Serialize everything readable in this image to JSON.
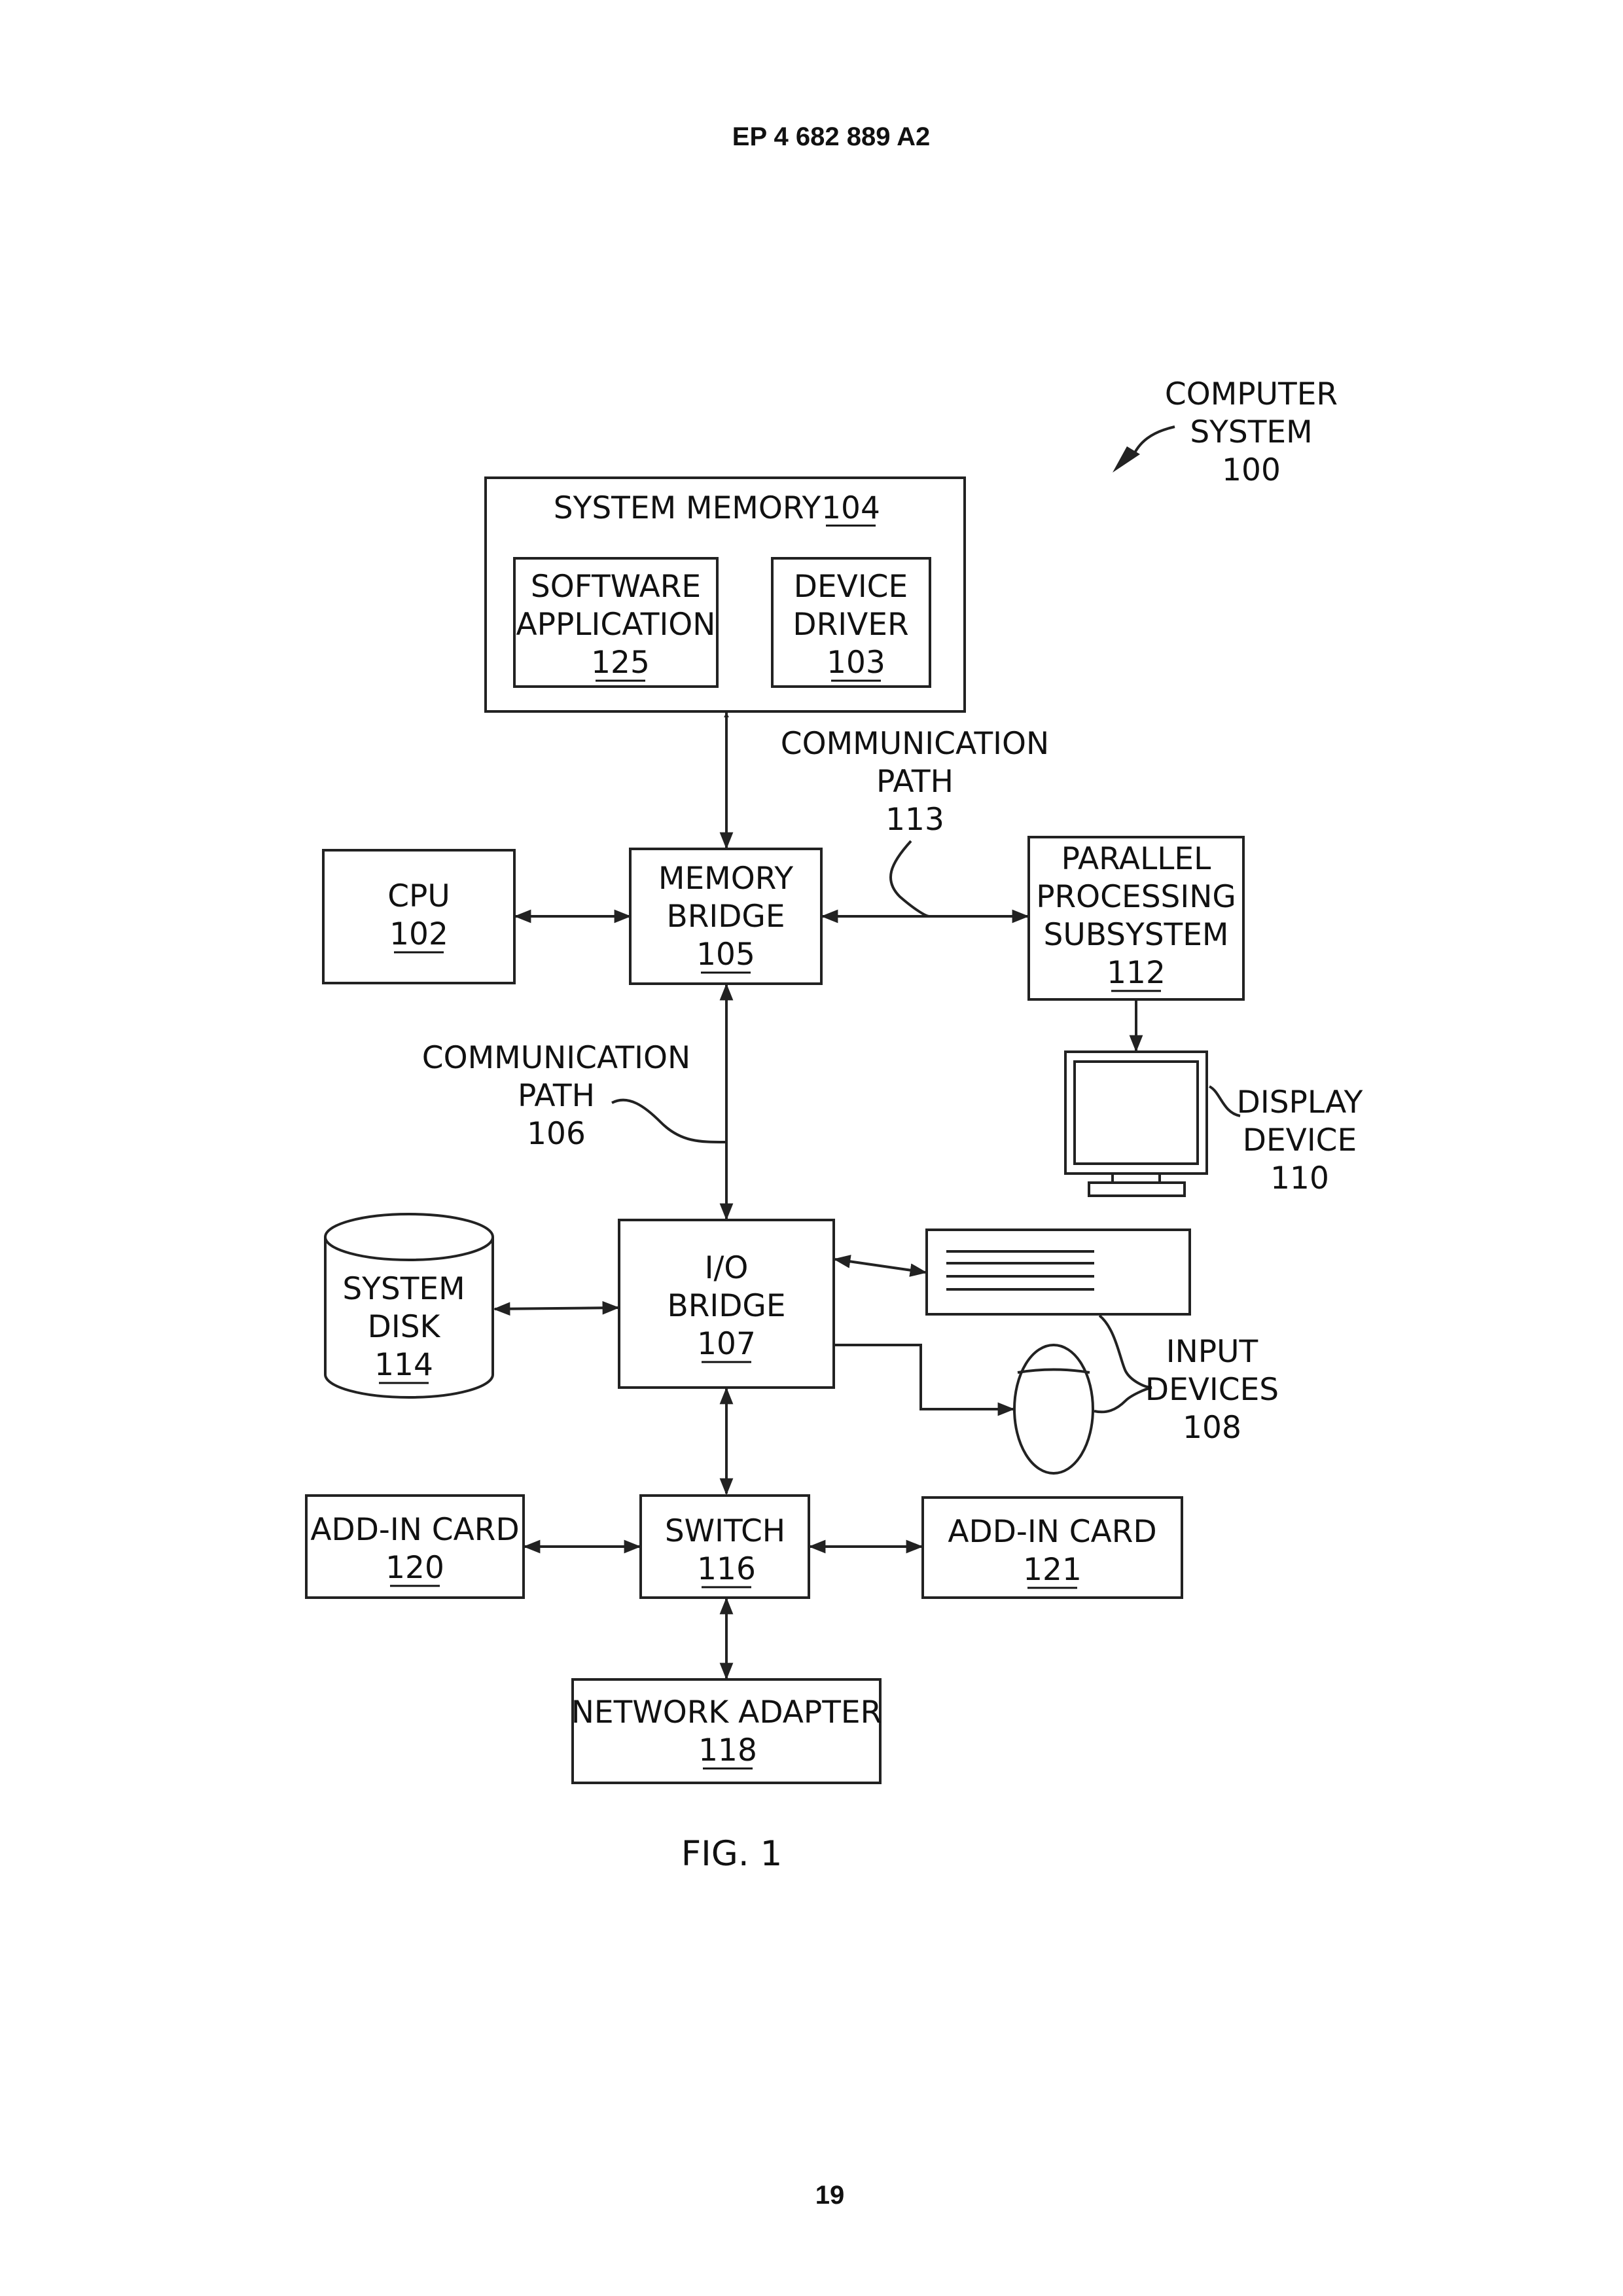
{
  "header": {
    "doc_id": "EP 4 682 889 A2"
  },
  "figure": {
    "caption": "FIG. 1",
    "system_label": {
      "line1": "COMPUTER",
      "line2": "SYSTEM",
      "ref": "100"
    },
    "blocks": {
      "system_memory": {
        "line1": "SYSTEM MEMORY",
        "ref": "104"
      },
      "software_application": {
        "line1": "SOFTWARE",
        "line2": "APPLICATION",
        "ref": "125"
      },
      "device_driver": {
        "line1": "DEVICE",
        "line2": "DRIVER",
        "ref": "103"
      },
      "cpu": {
        "line1": "CPU",
        "ref": "102"
      },
      "memory_bridge": {
        "line1": "MEMORY",
        "line2": "BRIDGE",
        "ref": "105"
      },
      "parallel_processing": {
        "line1": "PARALLEL",
        "line2": "PROCESSING",
        "line3": "SUBSYSTEM",
        "ref": "112"
      },
      "display_device": {
        "line1": "DISPLAY",
        "line2": "DEVICE",
        "ref": "110"
      },
      "system_disk": {
        "line1": "SYSTEM",
        "line2": "DISK",
        "ref": "114"
      },
      "io_bridge": {
        "line1": "I/O",
        "line2": "BRIDGE",
        "ref": "107"
      },
      "input_devices": {
        "line1": "INPUT",
        "line2": "DEVICES",
        "ref": "108"
      },
      "add_in_card_120": {
        "line1": "ADD-IN CARD",
        "ref": "120"
      },
      "switch": {
        "line1": "SWITCH",
        "ref": "116"
      },
      "add_in_card_121": {
        "line1": "ADD-IN CARD",
        "ref": "121"
      },
      "network_adapter": {
        "line1": "NETWORK ADAPTER",
        "ref": "118"
      }
    },
    "paths": {
      "comm_path_113": {
        "line1": "COMMUNICATION",
        "line2": "PATH",
        "ref": "113"
      },
      "comm_path_106": {
        "line1": "COMMUNICATION",
        "line2": "PATH",
        "ref": "106"
      }
    }
  },
  "footer": {
    "page_number": "19"
  }
}
